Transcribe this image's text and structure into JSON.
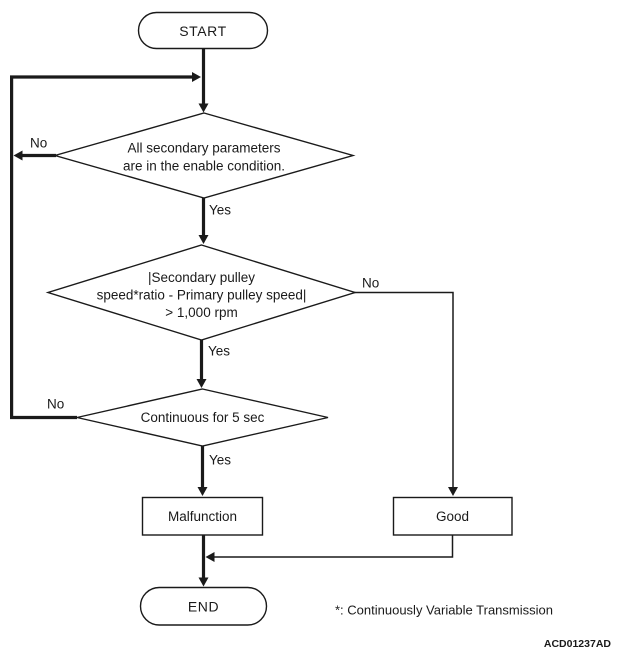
{
  "flowchart": {
    "start": {
      "label": "START"
    },
    "decision1": {
      "lines": [
        "All secondary parameters",
        "are in the enable condition."
      ]
    },
    "decision2": {
      "lines": [
        "|Secondary pulley",
        "speed*ratio - Primary pulley speed|",
        "> 1,000 rpm"
      ]
    },
    "decision3": {
      "label": "Continuous for 5 sec"
    },
    "malfunction": {
      "label": "Malfunction"
    },
    "good": {
      "label": "Good"
    },
    "end": {
      "label": "END"
    },
    "branches": {
      "d1_no": "No",
      "d1_yes": "Yes",
      "d2_no": "No",
      "d2_yes": "Yes",
      "d3_no": "No",
      "d3_yes": "Yes"
    },
    "edges": [
      "start -> decision1",
      "decision1 -No-> loop-back to decision1 input",
      "decision1 -Yes-> decision2",
      "decision2 -No-> good",
      "decision2 -Yes-> decision3",
      "decision3 -No-> loop-back to decision1 input",
      "decision3 -Yes-> malfunction",
      "malfunction -> end",
      "good -> end"
    ]
  },
  "footnote": "*: Continuously Variable Transmission",
  "figure_code": "ACD01237AD",
  "colors": {
    "line": "#1a1a1a",
    "background": "#ffffff"
  }
}
